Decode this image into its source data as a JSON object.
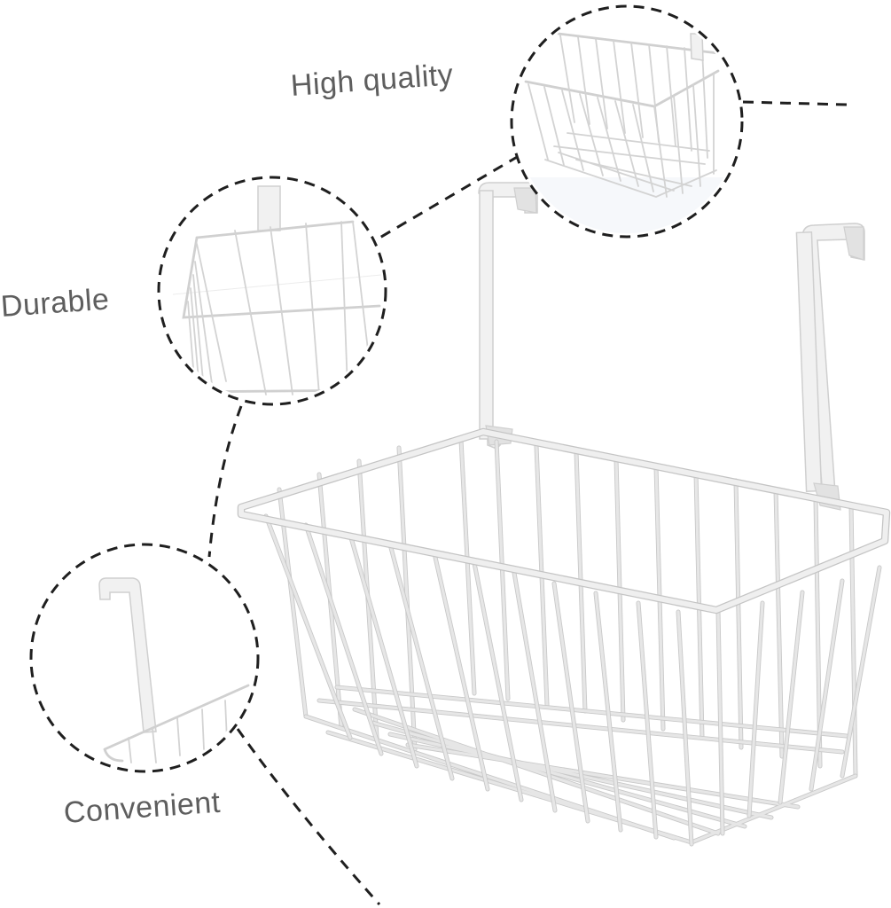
{
  "product": {
    "description": "White over-the-door hanging wire storage basket",
    "color": "#f0f0f0"
  },
  "callouts": [
    {
      "id": "high-quality",
      "label": "High quality",
      "detail": "basket close-up"
    },
    {
      "id": "durable",
      "label": "Durable",
      "detail": "hook joint and rim close-up"
    },
    {
      "id": "convenient",
      "label": "Convenient",
      "detail": "over-door hook close-up"
    }
  ],
  "style": {
    "label_color": "#5e5e5e",
    "dash_color": "#1f1f1f",
    "background": "#ffffff"
  }
}
